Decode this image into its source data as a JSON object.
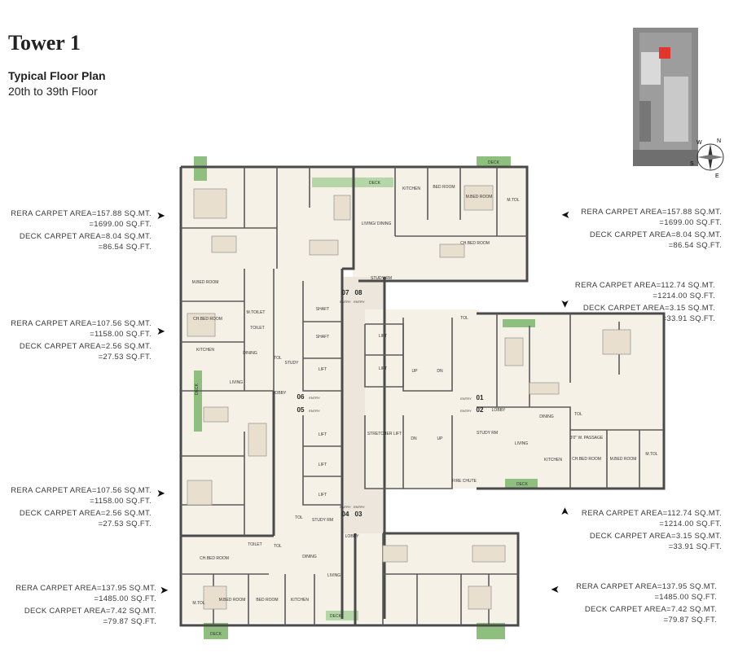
{
  "header": {
    "title": "Tower 1",
    "subtitle": "Typical Floor Plan",
    "floors": "20th to 39th Floor"
  },
  "units": [
    {
      "id": "nw-top",
      "rera": "RERA CARPET AREA=157.88 SQ.MT.",
      "rera_sqft": "=1699.00 SQ.FT.",
      "deck": "DECK CARPET AREA=8.04 SQ.MT.",
      "deck_sqft": "=86.54 SQ.FT."
    },
    {
      "id": "ne-top",
      "rera": "RERA CARPET AREA=157.88 SQ.MT.",
      "rera_sqft": "=1699.00 SQ.FT.",
      "deck": "DECK CARPET AREA=8.04 SQ.MT.",
      "deck_sqft": "=86.54 SQ.FT."
    },
    {
      "id": "w-mid1",
      "rera": "RERA CARPET AREA=107.56 SQ.MT.",
      "rera_sqft": "=1158.00 SQ.FT.",
      "deck": "DECK CARPET AREA=2.56 SQ.MT.",
      "deck_sqft": "=27.53 SQ.FT."
    },
    {
      "id": "e-mid1",
      "rera": "RERA CARPET AREA=112.74 SQ.MT.",
      "rera_sqft": "=1214.00 SQ.FT.",
      "deck": "DECK CARPET AREA=3.15 SQ.MT.",
      "deck_sqft": "=33.91 SQ.FT."
    },
    {
      "id": "w-mid2",
      "rera": "RERA CARPET AREA=107.56 SQ.MT.",
      "rera_sqft": "=1158.00 SQ.FT.",
      "deck": "DECK CARPET AREA=2.56 SQ.MT.",
      "deck_sqft": "=27.53 SQ.FT."
    },
    {
      "id": "e-mid2",
      "rera": "RERA CARPET AREA=112.74 SQ.MT.",
      "rera_sqft": "=1214.00 SQ.FT.",
      "deck": "DECK CARPET AREA=3.15 SQ.MT.",
      "deck_sqft": "=33.91 SQ.FT."
    },
    {
      "id": "sw-bot",
      "rera": "RERA CARPET AREA=137.95 SQ.MT.",
      "rera_sqft": "=1485.00 SQ.FT.",
      "deck": "DECK CARPET AREA=7.42 SQ.MT.",
      "deck_sqft": "=79.87 SQ.FT."
    },
    {
      "id": "se-bot",
      "rera": "RERA CARPET AREA=137.95 SQ.MT.",
      "rera_sqft": "=1485.00 SQ.FT.",
      "deck": "DECK CARPET AREA=7.42 SQ.MT.",
      "deck_sqft": "=79.87 SQ.FT."
    }
  ],
  "plan_labels": {
    "deck": "DECK",
    "kitchen": "KITCHEN",
    "bed_room": "BED ROOM",
    "m_bed_room": "M.BED ROOM",
    "m_tol": "M.TOL",
    "living_dining": "LIVING/ DINING",
    "ch_bed_room": "CH.BED ROOM",
    "study_rm": "STUDY RM",
    "lobby": "LOBBY",
    "shaft": "SHAFT",
    "lift": "LIFT",
    "stretcher_lift": "STRETCHER LIFT",
    "up": "UP",
    "dn": "DN",
    "m_toilet": "M.TOILET",
    "toilet": "TOILET",
    "dining": "DINING",
    "living": "LIVING",
    "study": "STUDY",
    "tol": "TOL",
    "entry": "ENTRY",
    "fire_chute": "FIRE CHUTE",
    "passage": "3'0\" W. PASSAGE",
    "n07": "07",
    "n08": "08",
    "n06": "06",
    "n05": "05",
    "n01": "01",
    "n02": "02",
    "n04": "04",
    "n03": "03"
  },
  "compass": {
    "n": "N",
    "w": "W",
    "s": "S",
    "e": "E"
  }
}
